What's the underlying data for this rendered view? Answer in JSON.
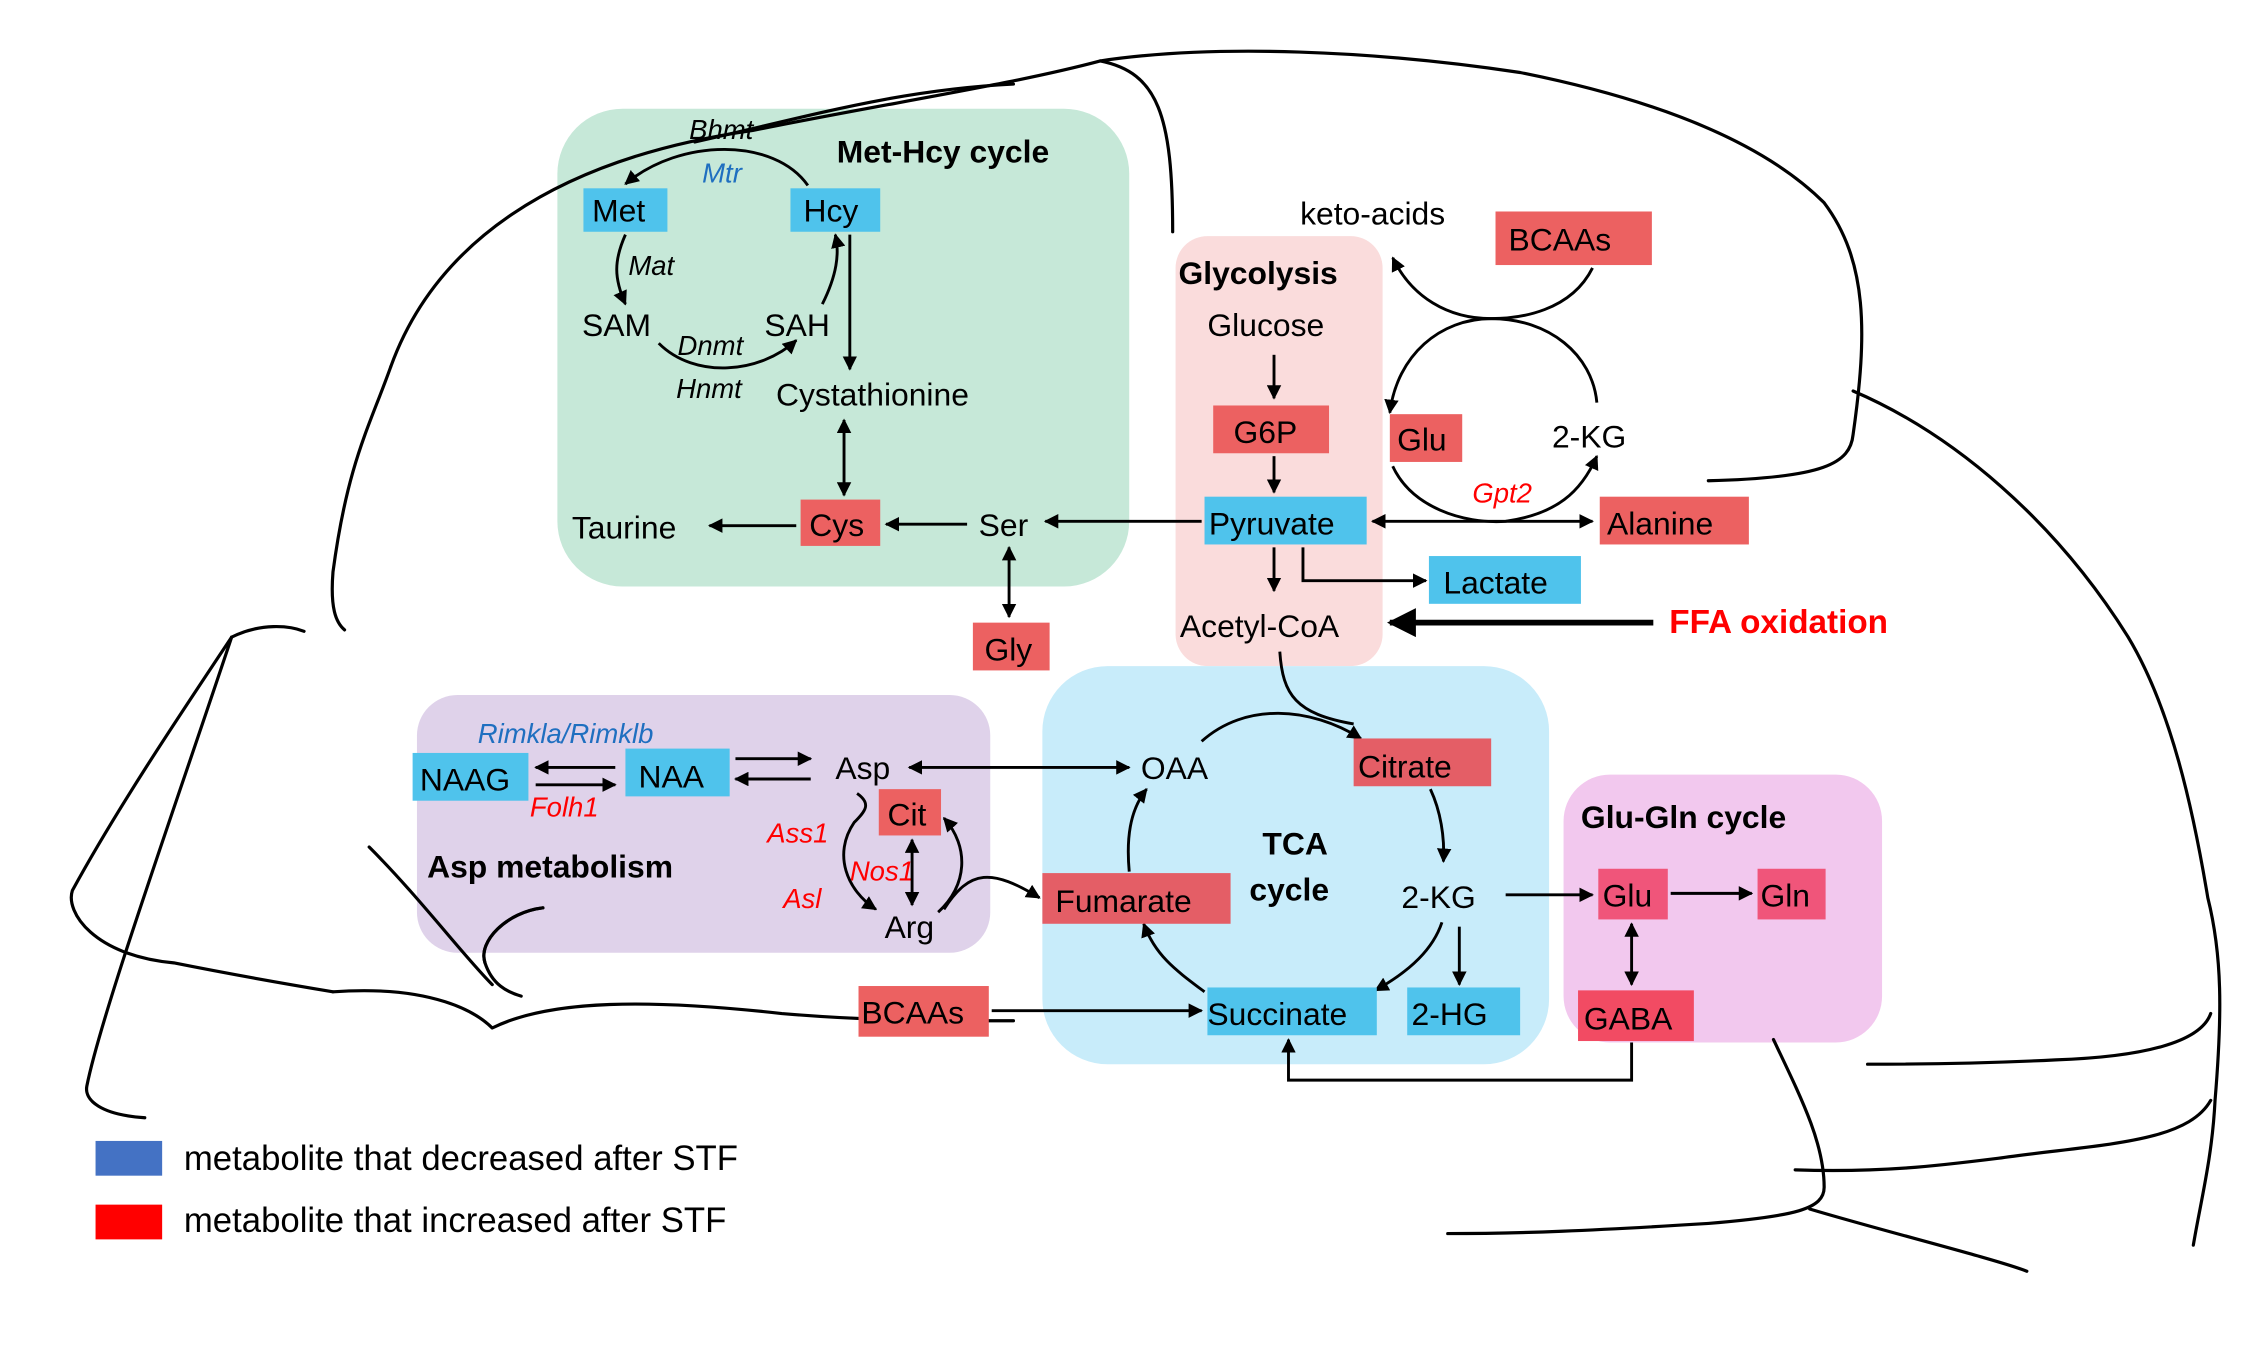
{
  "colors": {
    "decreased": "#4fc3ec",
    "increased": "#ec6161",
    "increased_glu_gln": "#f0557a",
    "legend_decreased": "#4472c4",
    "legend_increased": "#ff0000",
    "enzyme_red": "#ff0000",
    "enzyme_blue": "#1f6fc0",
    "region_met_hcy": "#c6e8d8",
    "region_glycolysis": "#fadcdc",
    "region_asp": "#dfd2ea",
    "region_tca": "#c8ecfa",
    "region_glu_gln": "#f2c8ee"
  },
  "regions": {
    "met_hcy": "Met-Hcy cycle",
    "glycolysis": "Glycolysis",
    "asp": "Asp metabolism",
    "tca_line1": "TCA",
    "tca_line2": "cycle",
    "glu_gln": "Glu-Gln cycle"
  },
  "metabolites": {
    "met": {
      "label": "Met",
      "change": "decreased"
    },
    "hcy": {
      "label": "Hcy",
      "change": "decreased"
    },
    "sam": {
      "label": "SAM",
      "change": "none"
    },
    "sah": {
      "label": "SAH",
      "change": "none"
    },
    "cystathionine": {
      "label": "Cystathionine",
      "change": "none"
    },
    "taurine": {
      "label": "Taurine",
      "change": "none"
    },
    "cys": {
      "label": "Cys",
      "change": "increased"
    },
    "ser": {
      "label": "Ser",
      "change": "none"
    },
    "gly": {
      "label": "Gly",
      "change": "increased"
    },
    "glucose": {
      "label": "Glucose",
      "change": "none"
    },
    "g6p": {
      "label": "G6P",
      "change": "increased"
    },
    "pyruvate": {
      "label": "Pyruvate",
      "change": "decreased"
    },
    "lactate": {
      "label": "Lactate",
      "change": "decreased"
    },
    "acetyl_coa": {
      "label": "Acetyl-CoA",
      "change": "none"
    },
    "keto_acids": {
      "label": "keto-acids",
      "change": "none"
    },
    "bcaas_top": {
      "label": "BCAAs",
      "change": "increased"
    },
    "glu_top": {
      "label": "Glu",
      "change": "increased"
    },
    "kg_top": {
      "label": "2-KG",
      "change": "none"
    },
    "alanine": {
      "label": "Alanine",
      "change": "increased"
    },
    "naag": {
      "label": "NAAG",
      "change": "decreased"
    },
    "naa": {
      "label": "NAA",
      "change": "decreased"
    },
    "asp": {
      "label": "Asp",
      "change": "none"
    },
    "cit": {
      "label": "Cit",
      "change": "increased"
    },
    "arg": {
      "label": "Arg",
      "change": "none"
    },
    "oaa": {
      "label": "OAA",
      "change": "none"
    },
    "citrate": {
      "label": "Citrate",
      "change": "increased"
    },
    "fumarate": {
      "label": "Fumarate",
      "change": "increased"
    },
    "kg_tca": {
      "label": "2-KG",
      "change": "none"
    },
    "succinate": {
      "label": "Succinate",
      "change": "decreased"
    },
    "hg2": {
      "label": "2-HG",
      "change": "decreased"
    },
    "bcaas_bottom": {
      "label": "BCAAs",
      "change": "increased"
    },
    "glu_cycle": {
      "label": "Glu",
      "change": "increased"
    },
    "gln": {
      "label": "Gln",
      "change": "increased"
    },
    "gaba": {
      "label": "GABA",
      "change": "increased"
    }
  },
  "enzymes": {
    "bhmt": {
      "label": "Bhmt",
      "color": "black"
    },
    "mtr": {
      "label": "Mtr",
      "color": "blue"
    },
    "mat": {
      "label": "Mat",
      "color": "black"
    },
    "dnmt": {
      "label": "Dnmt",
      "color": "black"
    },
    "hnmt": {
      "label": "Hnmt",
      "color": "black"
    },
    "gpt2": {
      "label": "Gpt2",
      "color": "red"
    },
    "rimkl": {
      "label": "Rimkla/Rimklb",
      "color": "blue"
    },
    "folh1": {
      "label": "Folh1",
      "color": "red"
    },
    "ass1": {
      "label": "Ass1",
      "color": "red"
    },
    "nos1": {
      "label": "Nos1",
      "color": "red"
    },
    "asl": {
      "label": "Asl",
      "color": "red"
    }
  },
  "annotations": {
    "ffa_oxidation": "FFA oxidation"
  },
  "legend": [
    {
      "label": "metabolite that decreased after STF",
      "color": "#4472c4"
    },
    {
      "label": "metabolite that increased after STF",
      "color": "#ff0000"
    }
  ]
}
